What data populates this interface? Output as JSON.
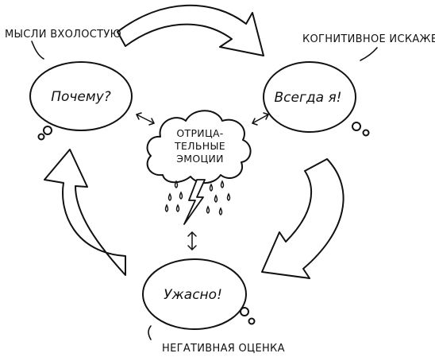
{
  "captions": {
    "top_left": "МЫСЛИ ВХОЛОСТУЮ",
    "top_right": "КОГНИТИВНОЕ ИСКАЖЕНИЕ",
    "bottom": "НЕГАТИВНАЯ ОЦЕНКА"
  },
  "bubbles": {
    "left": "Почему?",
    "right": "Всегда я!",
    "bottom": "Ужасно!"
  },
  "cloud": {
    "lines": [
      "ОТРИЦА-",
      "ТЕЛЬНЫЕ",
      "ЭМОЦИИ"
    ]
  },
  "colors": {
    "ink": "#111111",
    "background": "#ffffff"
  },
  "icons": [
    "rain-drop-icon",
    "lightning-icon",
    "double-arrow-icon",
    "cycle-arrow-icon"
  ]
}
